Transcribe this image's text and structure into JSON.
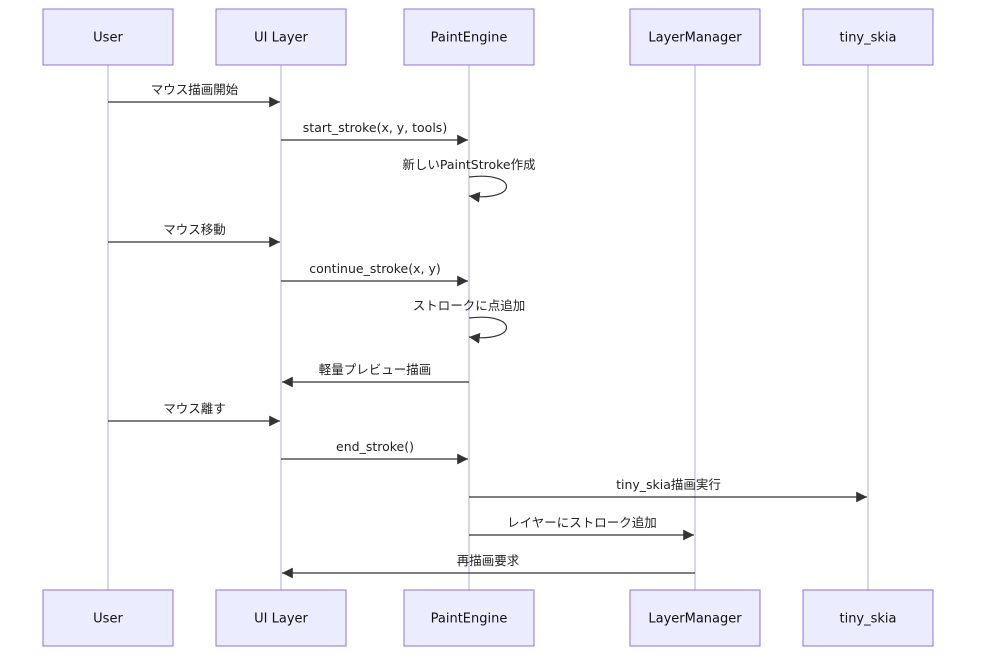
{
  "participants": [
    {
      "id": "user",
      "label": "User"
    },
    {
      "id": "ui",
      "label": "UI Layer"
    },
    {
      "id": "paint",
      "label": "PaintEngine"
    },
    {
      "id": "layer",
      "label": "LayerManager"
    },
    {
      "id": "skia",
      "label": "tiny_skia"
    }
  ],
  "messages": [
    {
      "from": "user",
      "to": "ui",
      "label": "マウス描画開始"
    },
    {
      "from": "ui",
      "to": "paint",
      "label": "start_stroke(x, y, tools)"
    },
    {
      "from": "paint",
      "to": "paint",
      "label": "新しいPaintStroke作成"
    },
    {
      "from": "user",
      "to": "ui",
      "label": "マウス移動"
    },
    {
      "from": "ui",
      "to": "paint",
      "label": "continue_stroke(x, y)"
    },
    {
      "from": "paint",
      "to": "paint",
      "label": "ストロークに点追加"
    },
    {
      "from": "paint",
      "to": "ui",
      "label": "軽量プレビュー描画"
    },
    {
      "from": "user",
      "to": "ui",
      "label": "マウス離す"
    },
    {
      "from": "ui",
      "to": "paint",
      "label": "end_stroke()"
    },
    {
      "from": "paint",
      "to": "skia",
      "label": "tiny_skia描画実行"
    },
    {
      "from": "paint",
      "to": "layer",
      "label": "レイヤーにストローク追加"
    },
    {
      "from": "layer",
      "to": "ui",
      "label": "再描画要求"
    }
  ]
}
